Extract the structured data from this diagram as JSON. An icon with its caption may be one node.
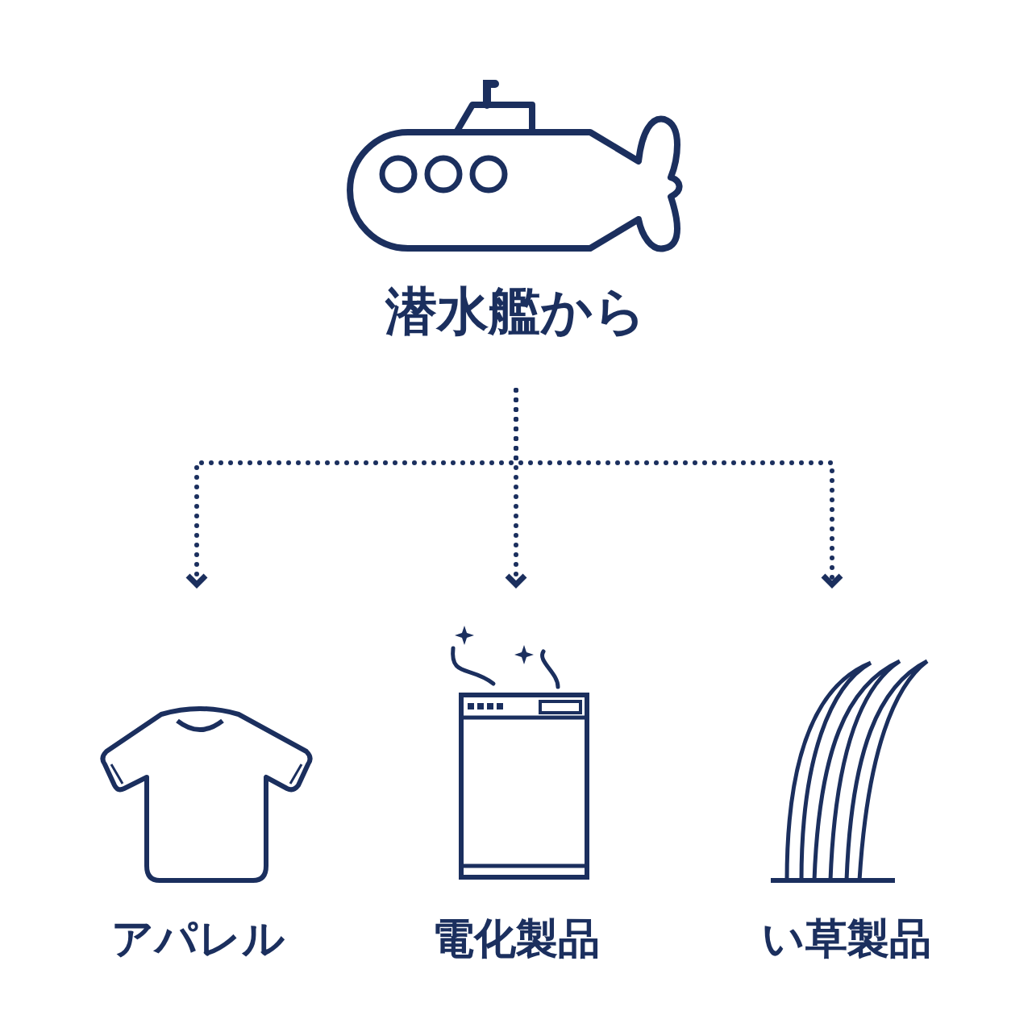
{
  "diagram": {
    "nodes": [
      {
        "text": [
          "潜水艦から"
        ]
      },
      {
        "text": [
          "アパレル"
        ]
      },
      {
        "text": [
          "電化製品"
        ]
      },
      {
        "text": [
          "い草製品"
        ]
      }
    ],
    "edges": [
      {
        "from": 0,
        "to": 1,
        "arrow": "to",
        "style": "dashed"
      },
      {
        "from": 0,
        "to": 2,
        "arrow": "to",
        "style": "dashed"
      },
      {
        "from": 0,
        "to": 3,
        "arrow": "to",
        "style": "dashed"
      }
    ]
  }
}
